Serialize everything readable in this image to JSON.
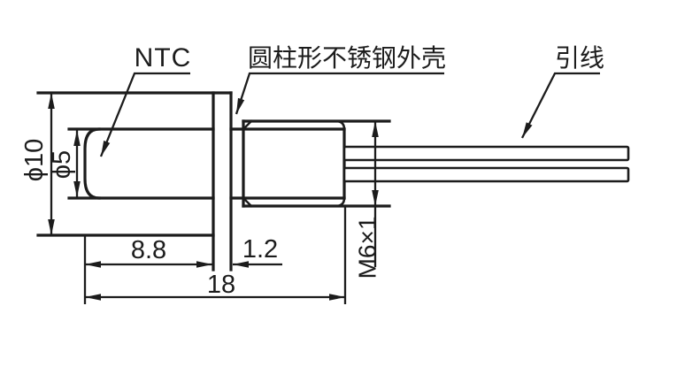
{
  "drawing": {
    "labels": {
      "ntc": "NTC",
      "shell": "圆柱形不锈钢外壳",
      "lead_wire": "引线"
    },
    "dimensions": {
      "outer_diameter": "ϕ10",
      "tip_diameter": "ϕ5",
      "tip_length": "8.8",
      "flange_thickness": "1.2",
      "total_length": "18",
      "thread_spec": "M6×1"
    },
    "colors": {
      "line": "#1c1c1c",
      "background": "#ffffff"
    }
  }
}
